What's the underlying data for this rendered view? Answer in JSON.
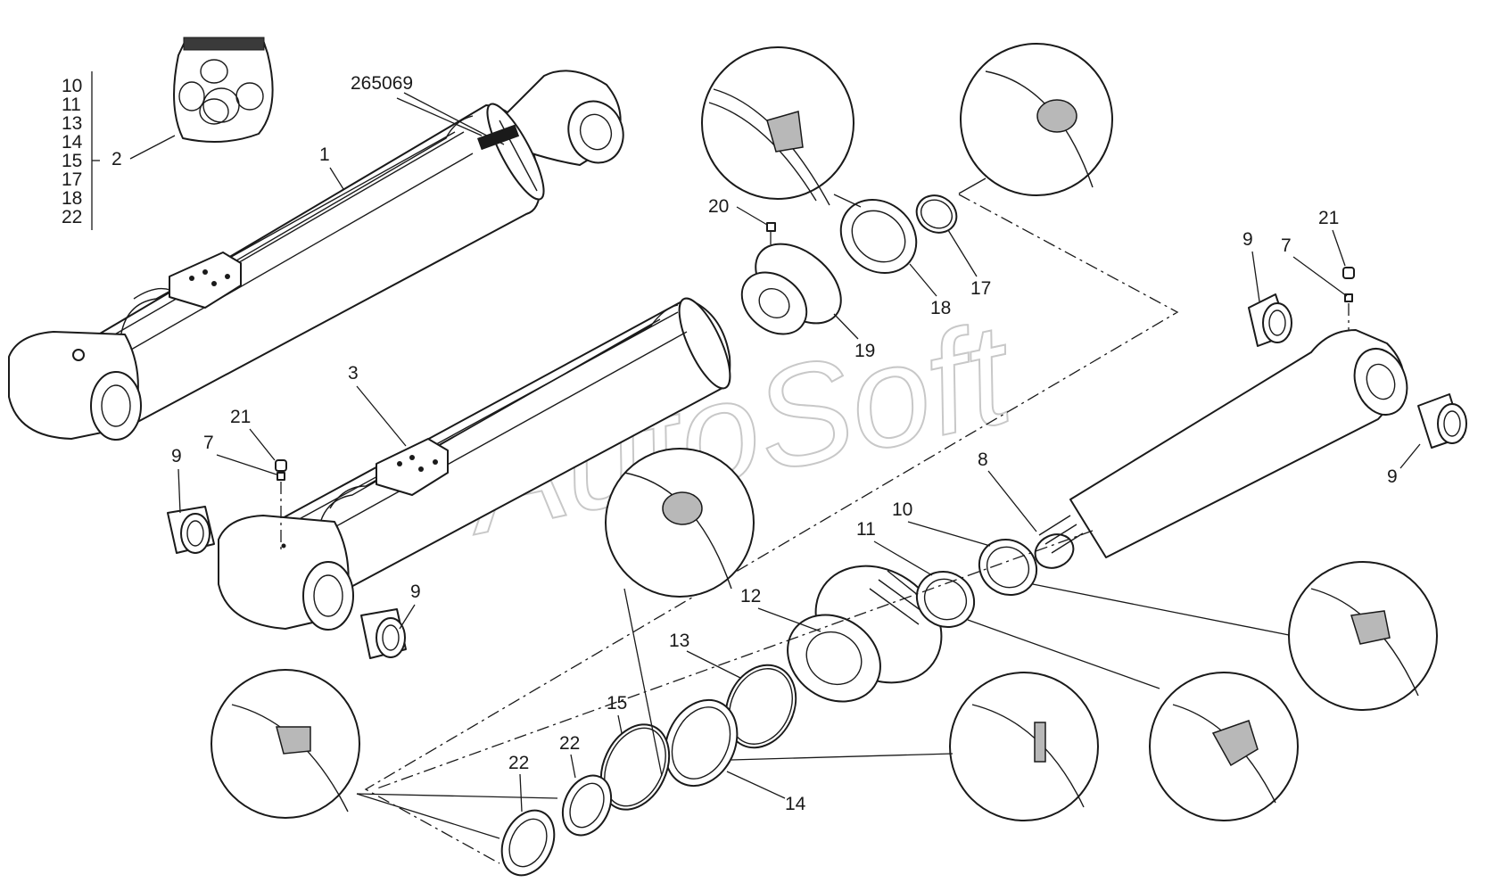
{
  "document": {
    "ref_number": "265069",
    "kit_list": [
      "10",
      "11",
      "13",
      "14",
      "15",
      "17",
      "18",
      "22"
    ],
    "watermark": "AutoSoft"
  },
  "callouts": {
    "c1": "1",
    "c2": "2",
    "c3": "3",
    "c7a": "7",
    "c7b": "7",
    "c8": "8",
    "c9a": "9",
    "c9b": "9",
    "c9c": "9",
    "c9d": "9",
    "c10": "10",
    "c11": "11",
    "c12": "12",
    "c13": "13",
    "c14": "14",
    "c15": "15",
    "c17": "17",
    "c18": "18",
    "c19": "19",
    "c20": "20",
    "c21a": "21",
    "c21b": "21",
    "c22a": "22",
    "c22b": "22"
  }
}
